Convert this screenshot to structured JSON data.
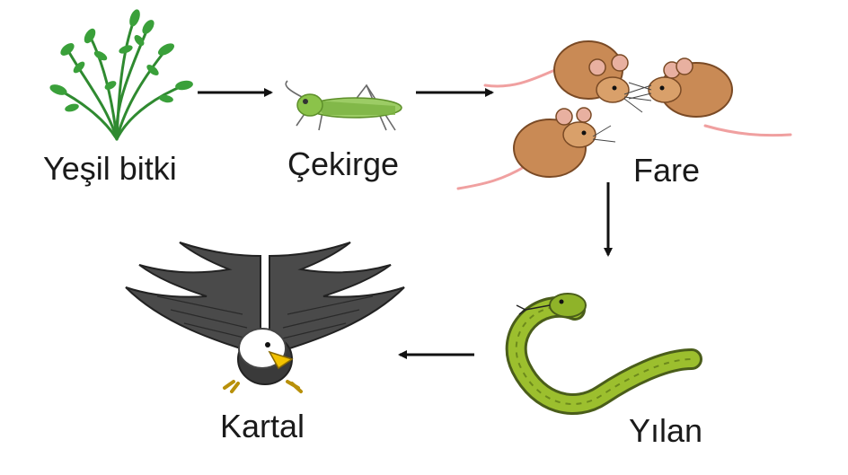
{
  "diagram": {
    "nodes": [
      {
        "id": "plant",
        "label": "Yeşil bitki",
        "icon": "plant-icon"
      },
      {
        "id": "grasshopper",
        "label": "Çekirge",
        "icon": "grasshopper-icon"
      },
      {
        "id": "mouse",
        "label": "Fare",
        "icon": "mouse-icon"
      },
      {
        "id": "snake",
        "label": "Yılan",
        "icon": "snake-icon"
      },
      {
        "id": "eagle",
        "label": "Kartal",
        "icon": "eagle-icon"
      }
    ],
    "edges": [
      {
        "from": "plant",
        "to": "grasshopper"
      },
      {
        "from": "grasshopper",
        "to": "mouse"
      },
      {
        "from": "mouse",
        "to": "snake"
      },
      {
        "from": "snake",
        "to": "eagle"
      }
    ],
    "colors": {
      "plant": "#3a9b3a",
      "grasshopper": "#7cb342",
      "mouse": "#c98a55",
      "mouse_tail": "#f0a0a0",
      "snake": "#9cbf2e",
      "eagle": "#4a4a4a",
      "arrow": "#111111"
    }
  }
}
